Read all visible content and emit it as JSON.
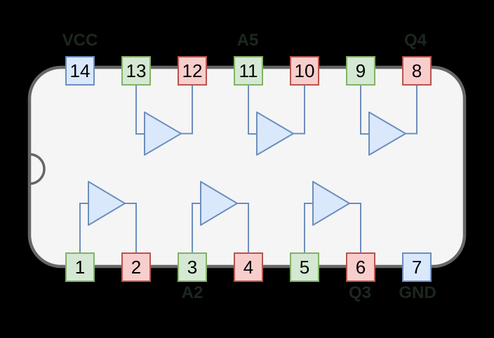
{
  "diagram": {
    "description": "14-pin IC chip pinout with six buffer symbols",
    "background_color": "#000000",
    "chip": {
      "body_fill": "#f5f5f5",
      "body_stroke": "#666666"
    },
    "wire_color": "#6c8ebf",
    "buffer_symbol": {
      "fill": "#dae8fc",
      "stroke": "#6c8ebf"
    },
    "pin_colors": {
      "power": {
        "fill": "#dae8fc",
        "stroke": "#6c8ebf"
      },
      "input": {
        "fill": "#d5e8d4",
        "stroke": "#82b366"
      },
      "output": {
        "fill": "#f8cecc",
        "stroke": "#b85450"
      }
    },
    "label_color": "#1c271f",
    "pins": {
      "top": [
        {
          "number": "14",
          "type": "power",
          "label": "VCC"
        },
        {
          "number": "13",
          "type": "input",
          "label": ""
        },
        {
          "number": "12",
          "type": "output",
          "label": ""
        },
        {
          "number": "11",
          "type": "input",
          "label": "A5"
        },
        {
          "number": "10",
          "type": "output",
          "label": ""
        },
        {
          "number": "9",
          "type": "input",
          "label": ""
        },
        {
          "number": "8",
          "type": "output",
          "label": "Q4"
        }
      ],
      "bottom": [
        {
          "number": "1",
          "type": "input",
          "label": ""
        },
        {
          "number": "2",
          "type": "output",
          "label": ""
        },
        {
          "number": "3",
          "type": "input",
          "label": "A2"
        },
        {
          "number": "4",
          "type": "output",
          "label": ""
        },
        {
          "number": "5",
          "type": "input",
          "label": ""
        },
        {
          "number": "6",
          "type": "output",
          "label": "Q3"
        },
        {
          "number": "7",
          "type": "power",
          "label": "GND"
        }
      ]
    }
  }
}
